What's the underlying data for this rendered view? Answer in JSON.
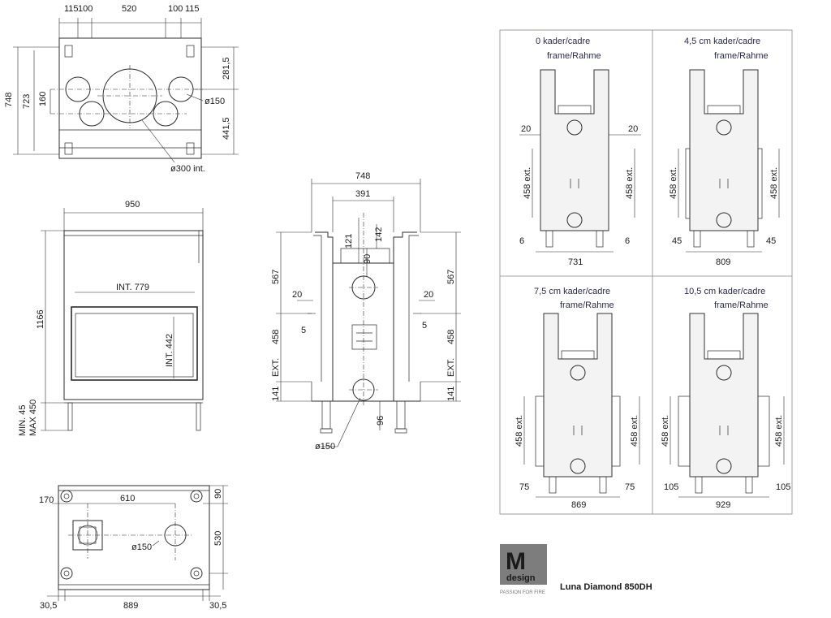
{
  "top_view": {
    "dims_top": [
      "115",
      "100",
      "520",
      "100",
      "115"
    ],
    "dim_total_h": "748",
    "dim_inner_h": "723",
    "dim_160": "160",
    "dim_281": "281,5",
    "dim_441": "441,5",
    "dia_150": "ø150",
    "dia_300": "ø300 int."
  },
  "front_view": {
    "width": "950",
    "height": "1166",
    "int_w": "INT. 779",
    "int_h": "INT. 442",
    "min": "MIN. 45",
    "max": "MAX 450"
  },
  "side_view": {
    "w748": "748",
    "w391": "391",
    "d121": "121",
    "d142": "142",
    "d90": "90",
    "d567_l": "567",
    "d567_r": "567",
    "d20_l": "20",
    "d20_r": "20",
    "d458_l": "458",
    "d458_r": "458",
    "d5_l": "5",
    "d5_r": "5",
    "ext_l": "EXT.",
    "ext_r": "EXT.",
    "d141_l": "141",
    "d141_r": "141",
    "d96": "96",
    "dia": "ø150"
  },
  "bottom_view": {
    "d170": "170",
    "d610": "610",
    "d90": "90",
    "d530": "530",
    "dia": "ø150",
    "d30_l": "30,5",
    "d889": "889",
    "d30_r": "30,5"
  },
  "frame_panels": [
    {
      "title": "0   kader/cadre",
      "subtitle": "frame/Rahme",
      "side": "20",
      "ext_l": "458 ext.",
      "ext_r": "458 ext.",
      "bottom_side": "6",
      "bottom": "731"
    },
    {
      "title": "4,5 cm  kader/cadre",
      "subtitle": "frame/Rahme",
      "side": "",
      "ext_l": "458 ext.",
      "ext_r": "458 ext.",
      "bottom_side": "45",
      "bottom": "809"
    },
    {
      "title": "7,5 cm  kader/cadre",
      "subtitle": "frame/Rahme",
      "side": "",
      "ext_l": "458 ext.",
      "ext_r": "458 ext.",
      "bottom_side": "75",
      "bottom": "869"
    },
    {
      "title": "10,5 cm kader/cadre",
      "subtitle": "frame/Rahme",
      "side": "",
      "ext_l": "458 ext.",
      "ext_r": "458 ext.",
      "bottom_side": "105",
      "bottom": "929"
    }
  ],
  "brand": {
    "logo_letter": "M",
    "logo_word": "design",
    "tagline": "PASSION FOR FIRE",
    "product": "Luna Diamond 850DH"
  }
}
